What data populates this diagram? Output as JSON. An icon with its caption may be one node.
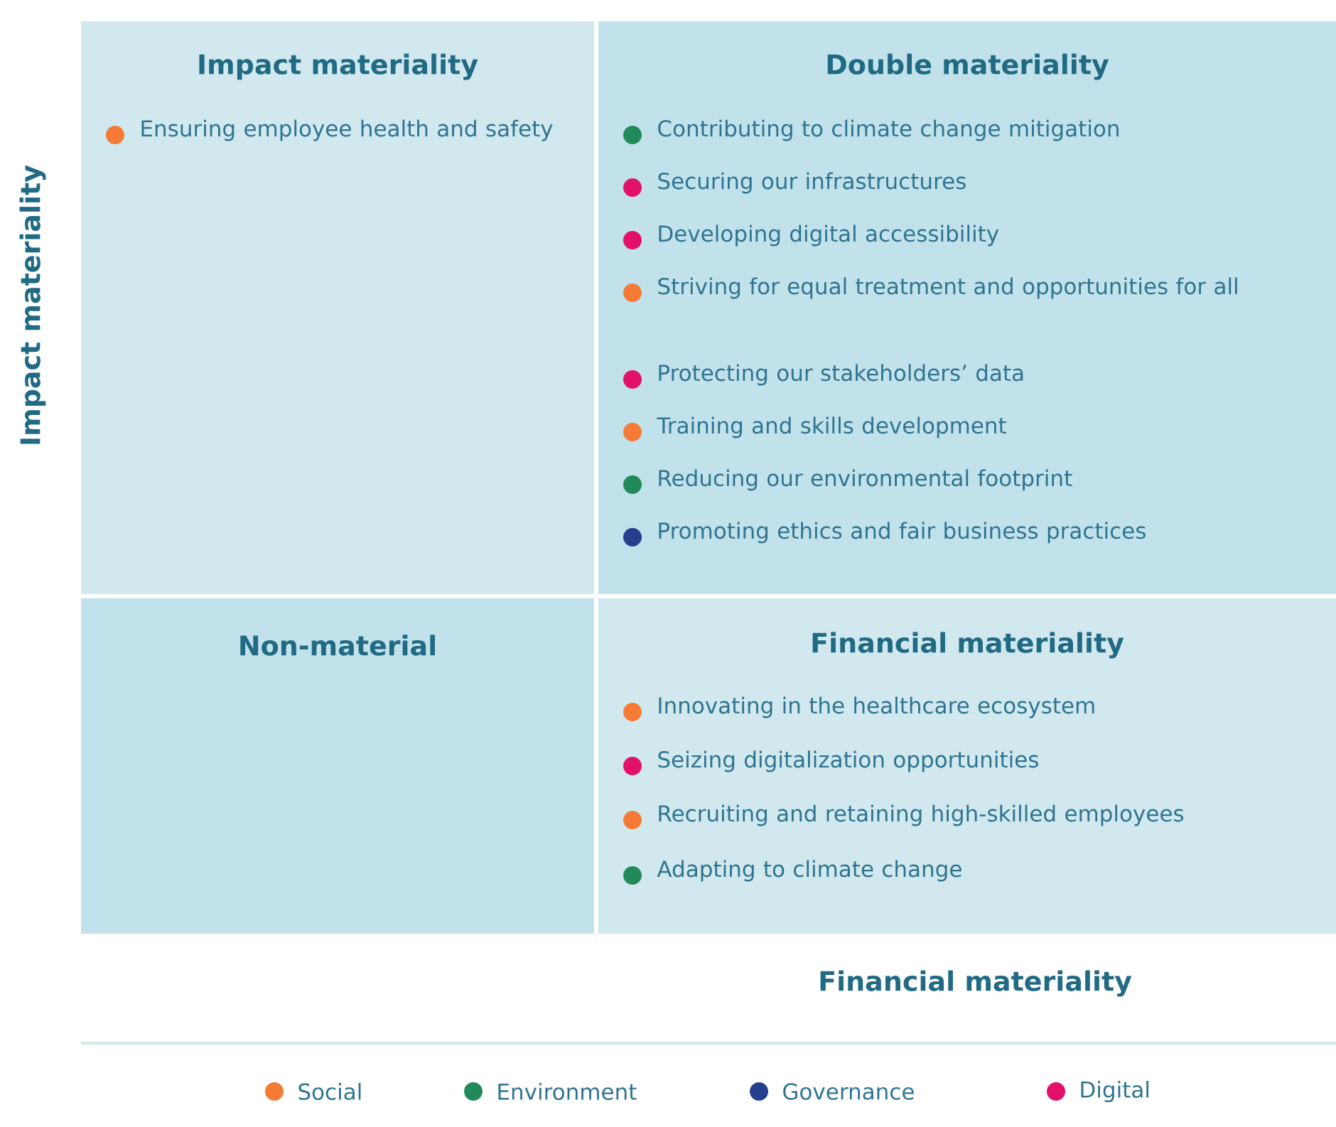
{
  "diagram": {
    "nodes": [
      {
        "text": [
          "Impact materiality"
        ]
      },
      {
        "text": [
          "Ensuring employee health and safety"
        ],
        "in": 0
      },
      {
        "text": [
          "Double materiality"
        ]
      },
      {
        "text": [
          "Contributing to climate change mitigation"
        ],
        "in": 2
      },
      {
        "text": [
          "Securing our infrastructures"
        ],
        "in": 2
      },
      {
        "text": [
          "Developing digital accessibility"
        ],
        "in": 2
      },
      {
        "text": [
          "Striving for equal treatment and opportunities for all"
        ],
        "in": 2
      },
      {
        "text": [
          "Protecting our stakeholders’ data"
        ],
        "in": 2
      },
      {
        "text": [
          "Training and skills development"
        ],
        "in": 2
      },
      {
        "text": [
          "Reducing our environmental footprint"
        ],
        "in": 2
      },
      {
        "text": [
          "Promoting ethics and fair business practices"
        ],
        "in": 2
      },
      {
        "text": [
          "Non-material"
        ]
      },
      {
        "text": [
          "Financial materiality"
        ]
      },
      {
        "text": [
          "Innovating in the healthcare ecosystem"
        ],
        "in": 12
      },
      {
        "text": [
          "Seizing digitalization opportunities"
        ],
        "in": 12
      },
      {
        "text": [
          "Recruiting and retaining high-skilled employees"
        ],
        "in": 12
      },
      {
        "text": [
          "Adapting to climate change"
        ],
        "in": 12
      }
    ],
    "labels": [
      "Impact materiality",
      "Financial materiality"
    ],
    "legend": [
      {
        "text": "Social",
        "color": "#f47a36"
      },
      {
        "text": "Environment",
        "color": "#21895a"
      },
      {
        "text": "Governance",
        "color": "#253f8f"
      },
      {
        "text": "Digital",
        "color": "#e2106b"
      }
    ]
  }
}
